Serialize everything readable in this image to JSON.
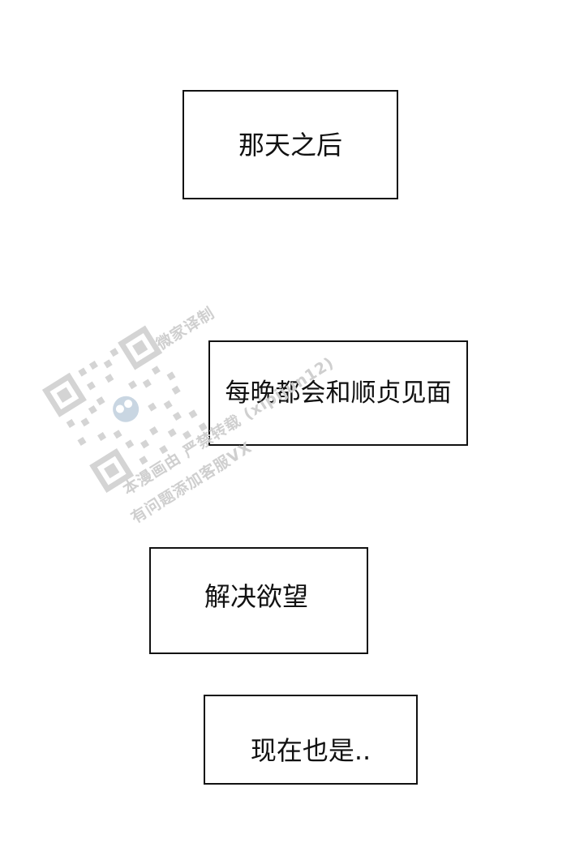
{
  "captions": [
    {
      "text": "那天之后"
    },
    {
      "text": "每晚都会和顺贞见面"
    },
    {
      "text": "解决欲望"
    },
    {
      "text": "现在也是.."
    }
  ],
  "watermark": {
    "line1": "微家译制",
    "line2": "本漫画由 严禁转载 (xipijun12)",
    "line3": "有问题添加客服VX"
  }
}
